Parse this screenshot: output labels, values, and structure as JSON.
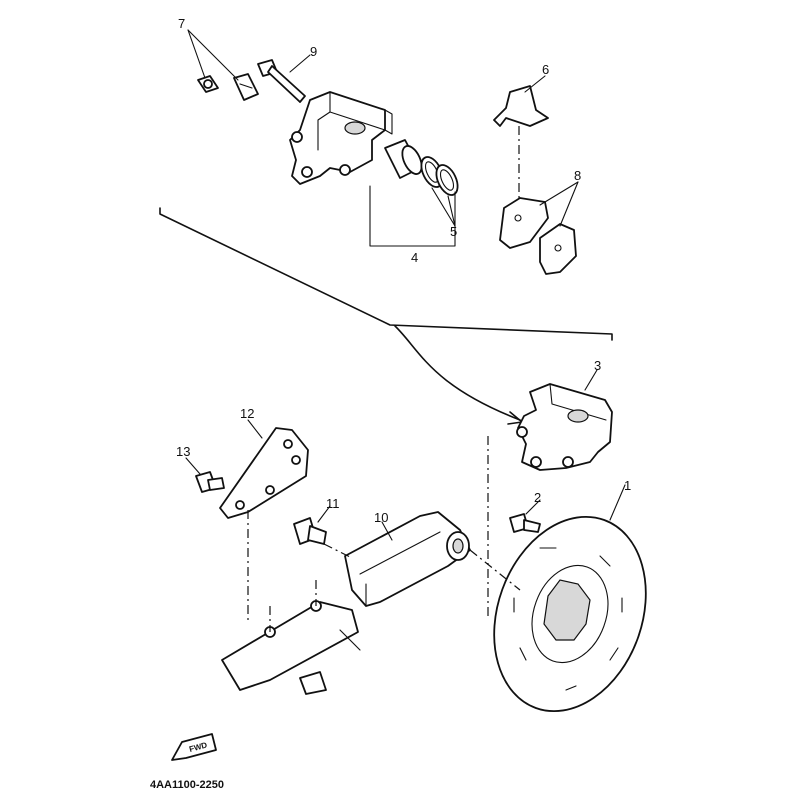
{
  "diagram": {
    "part_numbers": [
      "1",
      "2",
      "3",
      "4",
      "5",
      "6",
      "7",
      "8",
      "9",
      "10",
      "11",
      "12",
      "13"
    ],
    "figure_code": "4AA1100-2250",
    "fwd_label": "FWD"
  }
}
